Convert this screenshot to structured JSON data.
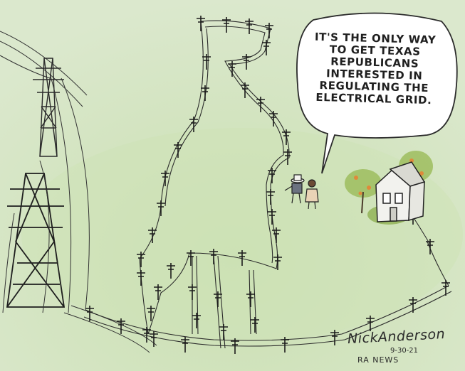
{
  "speech_bubble": {
    "lines": [
      "IT'S THE ONLY WAY",
      "TO GET TEXAS",
      "REPUBLICANS",
      "INTERESTED IN",
      "REGULATING THE",
      "ELECTRICAL GRID."
    ]
  },
  "signature": {
    "name": "NickAnderson",
    "date": "9-30-21",
    "outlet": "RA NEWS"
  },
  "colors": {
    "sky": "#dfead3",
    "grass": "#c6dca9",
    "ink": "#2b2b2b",
    "tree_foliage": "#9dbd5e",
    "tree_fruit": "#e0893a"
  },
  "icons": [
    "transmission-tower-icon",
    "utility-pole-icon",
    "house-icon",
    "tree-icon",
    "person-icon"
  ]
}
